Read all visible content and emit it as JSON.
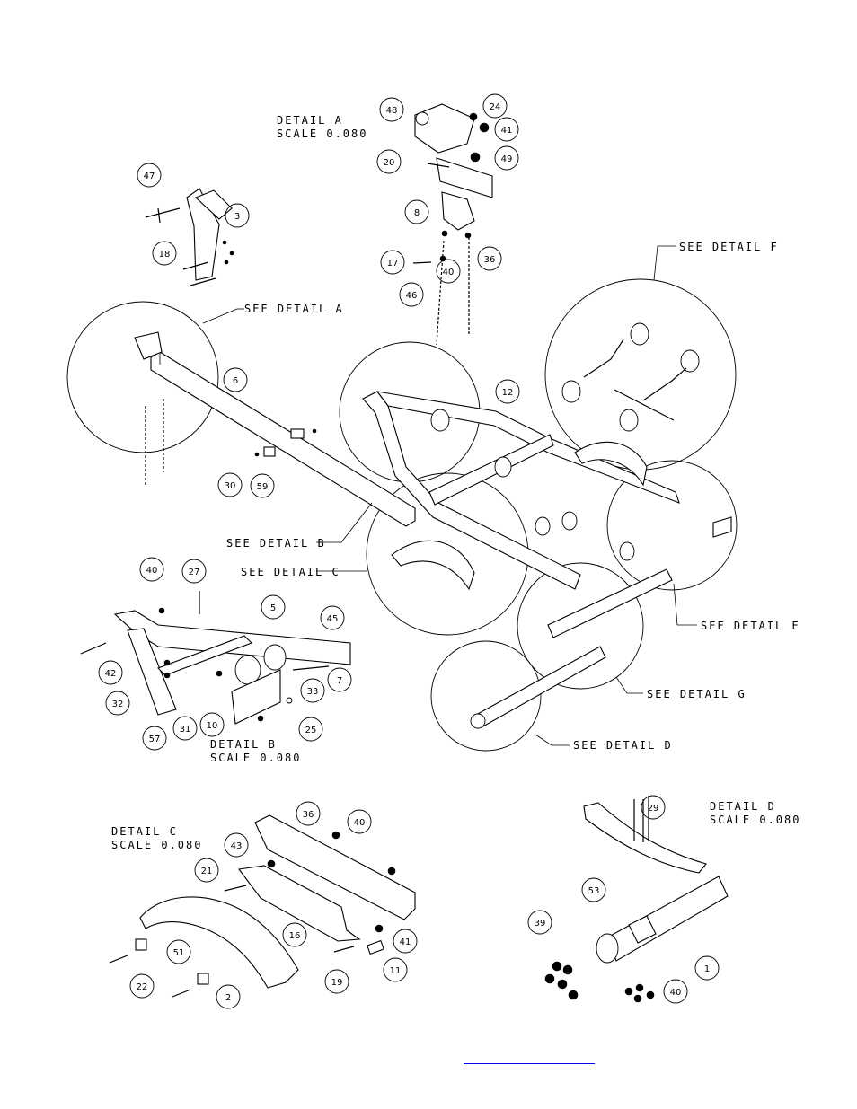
{
  "details": {
    "a_title": "DETAIL  A",
    "a_scale": "SCALE  0.080",
    "b_title": "DETAIL  B",
    "b_scale": "SCALE  0.080",
    "c_title": "DETAIL  C",
    "c_scale": "SCALE  0.080",
    "d_title": "DETAIL  D",
    "d_scale": "SCALE  0.080"
  },
  "callouts": {
    "see_a": "SEE DETAIL  A",
    "see_b": "SEE DETAIL  B",
    "see_c": "SEE DETAIL  C",
    "see_d": "SEE DETAIL  D",
    "see_e": "SEE DETAIL  E",
    "see_f": "SEE DETAIL  F",
    "see_g": "SEE DETAIL  G"
  },
  "balloons": [
    "48",
    "24",
    "41",
    "20",
    "49",
    "8",
    "17",
    "40",
    "36",
    "46",
    "47",
    "3",
    "18",
    "6",
    "30",
    "59",
    "12",
    "40",
    "27",
    "5",
    "45",
    "42",
    "32",
    "7",
    "33",
    "31",
    "10",
    "25",
    "57",
    "36",
    "40",
    "43",
    "21",
    "16",
    "41",
    "51",
    "19",
    "11",
    "22",
    "2",
    "29",
    "53",
    "39",
    "1",
    "40"
  ],
  "footer": {
    "link_text": ""
  }
}
